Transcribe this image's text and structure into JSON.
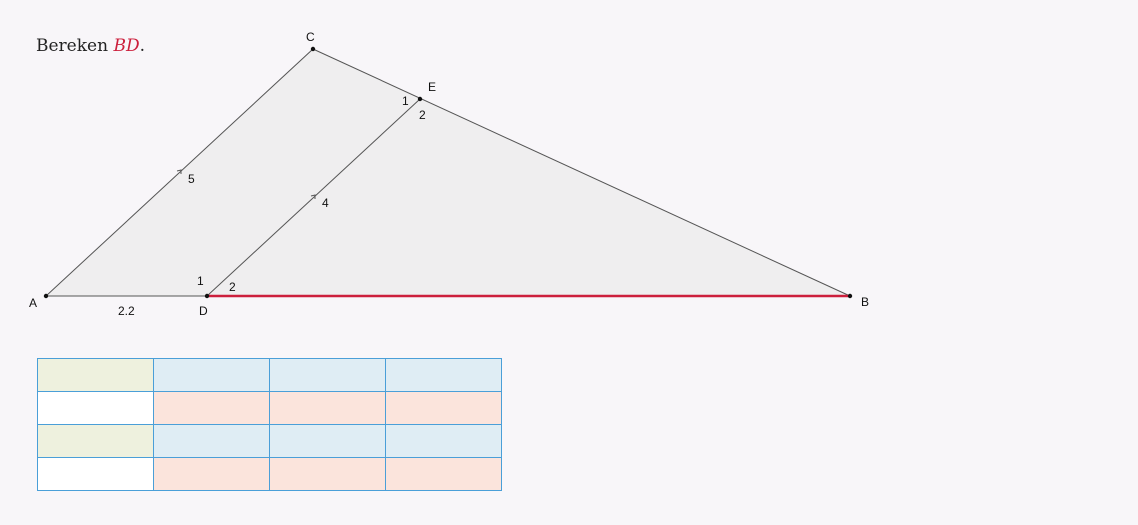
{
  "prompt": {
    "before": "Bereken ",
    "variable": "BD",
    "after": "."
  },
  "colors": {
    "highlight": "#cc1f3c",
    "shade": "#efeeef",
    "stroke": "#555555",
    "table_border": "#4a9fd8",
    "cell_green": "#eef1de",
    "cell_blue": "#dfedf4",
    "cell_peach": "#fbe4dc",
    "cell_white": "#ffffff"
  },
  "points": {
    "A": "A",
    "B": "B",
    "C": "C",
    "D": "D",
    "E": "E"
  },
  "lengths": {
    "AC": "5",
    "DE": "4",
    "AD": "2.2"
  },
  "angles": {
    "E1": "1",
    "E2": "2",
    "D1": "1",
    "D2": "2"
  },
  "table": {
    "rows": [
      [
        "",
        "",
        "",
        ""
      ],
      [
        "",
        "",
        "",
        ""
      ],
      [
        "",
        "",
        "",
        ""
      ],
      [
        "",
        "",
        "",
        ""
      ]
    ],
    "row_colors": [
      [
        "cell_green",
        "cell_blue",
        "cell_blue",
        "cell_blue"
      ],
      [
        "cell_white",
        "cell_peach",
        "cell_peach",
        "cell_peach"
      ],
      [
        "cell_green",
        "cell_blue",
        "cell_blue",
        "cell_blue"
      ],
      [
        "cell_white",
        "cell_peach",
        "cell_peach",
        "cell_peach"
      ]
    ]
  }
}
